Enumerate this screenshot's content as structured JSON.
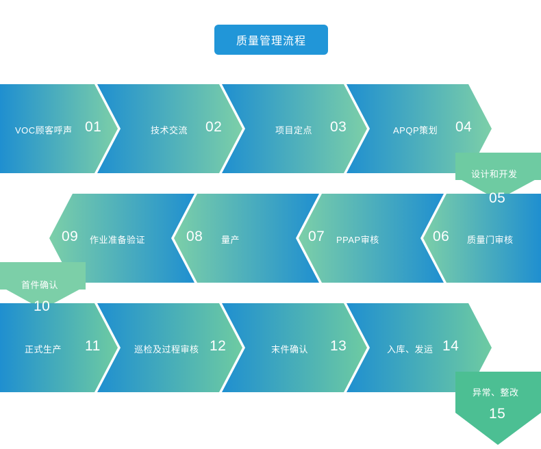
{
  "title": {
    "text": "质量管理流程"
  },
  "colors": {
    "title_pill": "#2196d8",
    "row1_start": "#1f8fd0",
    "row1_end": "#7ccfa8",
    "row2_start": "#7ccfa8",
    "row2_end": "#1f8fd0",
    "row3_start": "#1f8fd0",
    "row3_end": "#6ecba2",
    "tail_green": "#6ecba2",
    "text": "#ffffff",
    "background": "#ffffff"
  },
  "steps": [
    {
      "num": "01",
      "label": "VOC顾客呼声"
    },
    {
      "num": "02",
      "label": "技术交流"
    },
    {
      "num": "03",
      "label": "项目定点"
    },
    {
      "num": "04",
      "label": "APQP策划"
    },
    {
      "num": "05",
      "label": "设计和开发"
    },
    {
      "num": "06",
      "label": "质量门审核"
    },
    {
      "num": "07",
      "label": "PPAP审核"
    },
    {
      "num": "08",
      "label": "量产"
    },
    {
      "num": "09",
      "label": "作业准备验证"
    },
    {
      "num": "10",
      "label": "首件确认"
    },
    {
      "num": "11",
      "label": "正式生产"
    },
    {
      "num": "12",
      "label": "巡检及过程审核"
    },
    {
      "num": "13",
      "label": "末件确认"
    },
    {
      "num": "14",
      "label": "入库、发运"
    },
    {
      "num": "15",
      "label": "异常、整改"
    }
  ]
}
